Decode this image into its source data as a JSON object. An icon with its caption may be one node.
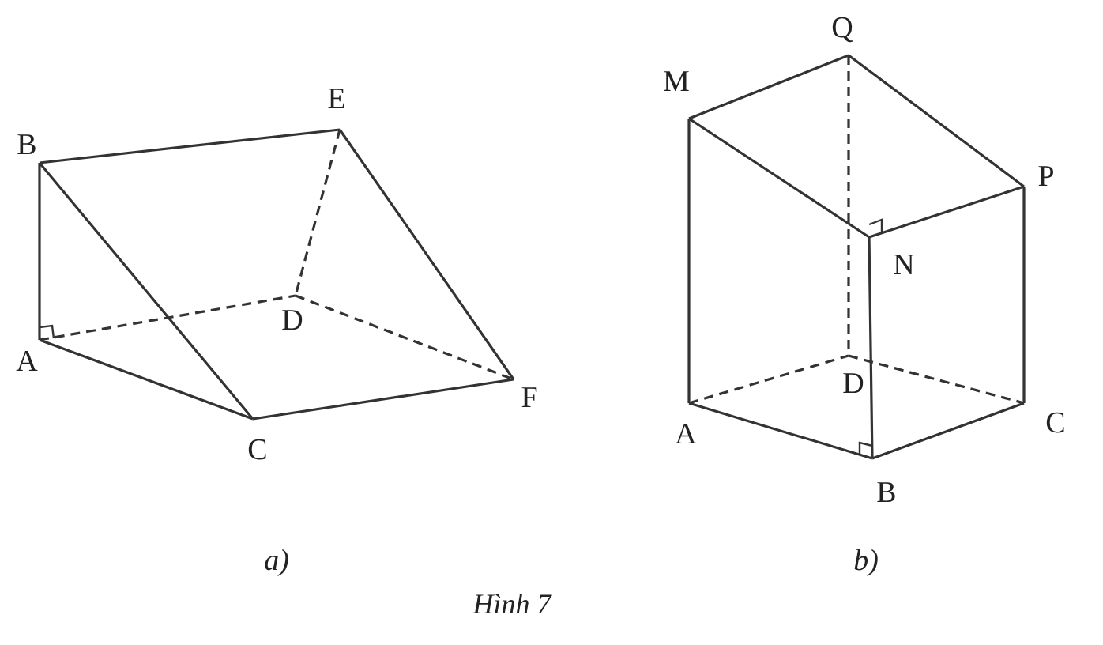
{
  "diagram": {
    "caption": "Hình 7",
    "labels": [
      "B",
      "E",
      "D",
      "A",
      "F",
      "C",
      "a)",
      "M",
      "Q",
      "P",
      "N",
      "D",
      "A",
      "C",
      "B",
      "b)"
    ]
  }
}
